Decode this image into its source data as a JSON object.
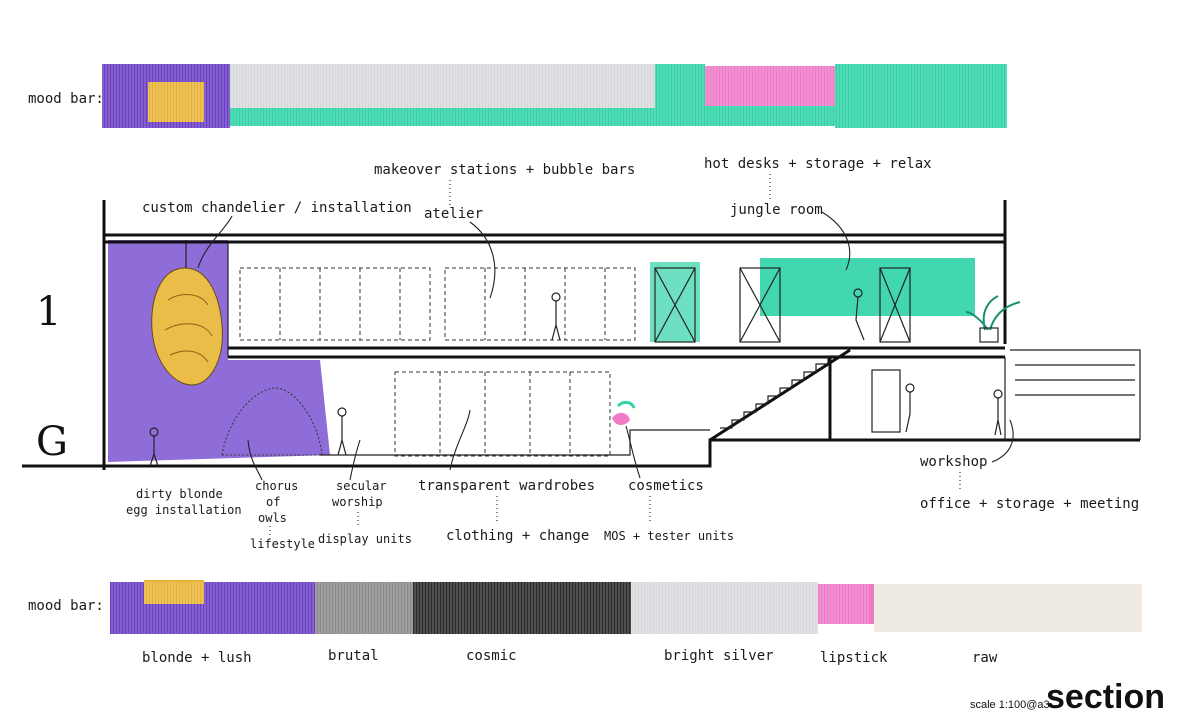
{
  "mood_bar_label_top": "mood bar:",
  "mood_bar_label_bottom": "mood bar:",
  "levels": {
    "upper": "1",
    "ground": "G"
  },
  "annotations": {
    "chandelier": "custom chandelier / installation",
    "makeover": "makeover stations + bubble bars",
    "atelier": "atelier",
    "hotdesks": "hot desks + storage + relax",
    "jungle": "jungle room",
    "dirty_blonde_1": "dirty blonde",
    "dirty_blonde_2": "egg installation",
    "chorus_1": "chorus",
    "chorus_2": "of",
    "chorus_3": "owls",
    "lifestyle": "lifestyle",
    "secular_1": "secular",
    "secular_2": "worship",
    "display": "display units",
    "wardrobes": "transparent wardrobes",
    "clothing": "clothing + change",
    "cosmetics": "cosmetics",
    "mos": "MOS + tester units",
    "workshop": "workshop",
    "office": "office + storage + meeting"
  },
  "mood_words": {
    "blonde": "blonde + lush",
    "brutal": "brutal",
    "cosmic": "cosmic",
    "silver": "bright silver",
    "lipstick": "lipstick",
    "raw": "raw"
  },
  "colors": {
    "purple": "#6a3fc4",
    "mustard": "#e8b437",
    "silver": "#d7d9dc",
    "mint": "#2fd3a6",
    "pink": "#f07ac8",
    "grey": "#8a8a8a",
    "black": "#2a2a2a",
    "raw": "#efebe4"
  },
  "scale": "scale 1:100@a3",
  "title": "section"
}
